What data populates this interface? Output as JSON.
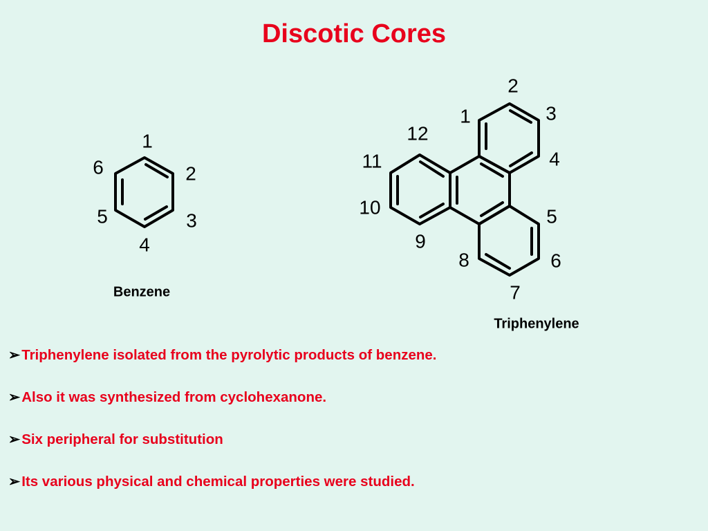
{
  "title": "Discotic Cores",
  "colors": {
    "accent": "#e8001c",
    "background": "#e2f5ef",
    "ink": "#000000"
  },
  "benzene": {
    "caption": "Benzene",
    "positions": [
      "1",
      "2",
      "3",
      "4",
      "5",
      "6"
    ]
  },
  "triphenylene": {
    "caption": "Triphenylene",
    "positions": [
      "1",
      "2",
      "3",
      "4",
      "5",
      "6",
      "7",
      "8",
      "9",
      "10",
      "11",
      "12"
    ]
  },
  "bullet_icon": "arrowhead-icon",
  "bullet_glyph": "➢",
  "bullets": [
    "Triphenylene isolated from the pyrolytic products of benzene.",
    "Also it was synthesized from cyclohexanone.",
    "Six peripheral  for substitution",
    "Its various physical and chemical properties were studied."
  ]
}
